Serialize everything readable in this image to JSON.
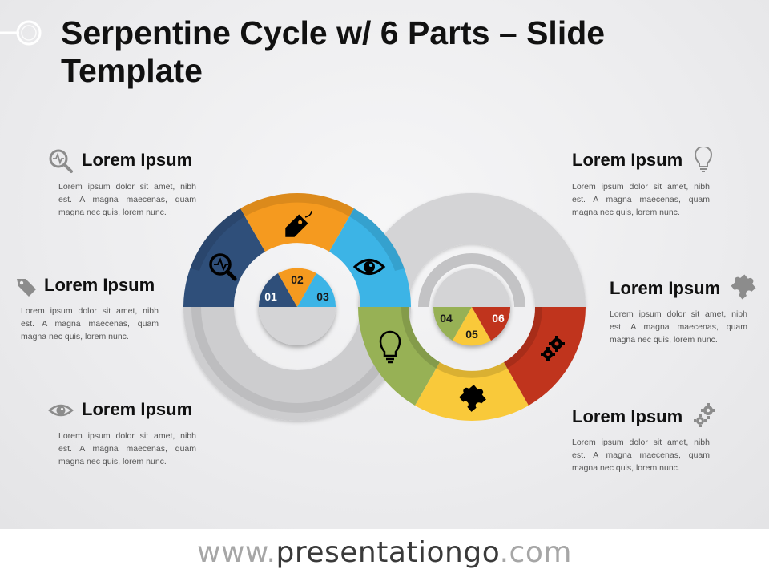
{
  "title": "Serpentine Cycle w/ 6 Parts – Slide Template",
  "footer": {
    "prefix": "www.",
    "brand": "presentationgo",
    "suffix": ".com"
  },
  "colors": {
    "part1": "#2f4f7a",
    "part2": "#f59a1f",
    "part3": "#3cb4e6",
    "part4": "#97b155",
    "part5": "#f9c93a",
    "part6": "#c0341d",
    "ring_gray": "#cfcfd1",
    "center_gray": "#d4d4d6",
    "icon_gray": "#8c8c8c"
  },
  "parts": [
    {
      "number": "01",
      "icon": "magnifier-pulse-icon"
    },
    {
      "number": "02",
      "icon": "price-tag-icon"
    },
    {
      "number": "03",
      "icon": "eye-icon"
    },
    {
      "number": "04",
      "icon": "lightbulb-icon"
    },
    {
      "number": "05",
      "icon": "puzzle-piece-icon"
    },
    {
      "number": "06",
      "icon": "gears-icon"
    }
  ],
  "items": [
    {
      "heading": "Lorem Ipsum",
      "body": "Lorem ipsum dolor sit amet, nibh est. A magna maecenas, quam magna nec quis, lorem nunc.",
      "icon": "magnifier-pulse-icon"
    },
    {
      "heading": "Lorem Ipsum",
      "body": "Lorem ipsum dolor sit amet, nibh est. A magna maecenas, quam magna nec quis, lorem nunc.",
      "icon": "price-tag-icon"
    },
    {
      "heading": "Lorem Ipsum",
      "body": "Lorem ipsum dolor sit amet, nibh est. A magna maecenas, quam magna nec quis, lorem nunc.",
      "icon": "eye-icon"
    },
    {
      "heading": "Lorem Ipsum",
      "body": "Lorem ipsum dolor sit amet, nibh est. A magna maecenas, quam magna nec quis, lorem nunc.",
      "icon": "lightbulb-icon"
    },
    {
      "heading": "Lorem Ipsum",
      "body": "Lorem ipsum dolor sit amet, nibh est. A magna maecenas, quam magna nec quis, lorem nunc.",
      "icon": "puzzle-piece-icon"
    },
    {
      "heading": "Lorem Ipsum",
      "body": "Lorem ipsum dolor sit amet, nibh est. A magna maecenas, quam magna nec quis, lorem nunc.",
      "icon": "gears-icon"
    }
  ]
}
